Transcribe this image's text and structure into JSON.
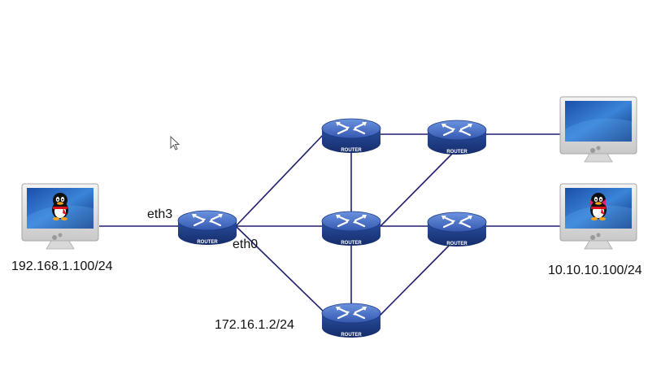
{
  "router_caption": "ROUTER",
  "labels": {
    "left_pc_ip": "192.168.1.100/24",
    "right_pc_ip": "10.10.10.100/24",
    "bottom_router_ip": "172.16.1.2/24",
    "eth3": "eth3",
    "eth0": "eth0"
  },
  "colors": {
    "link": "#1f1f6e",
    "router_top": "#4a73c9",
    "router_side": "#203f8a",
    "background": "#ffffff"
  },
  "icons": [
    "router-icon",
    "computer-icon",
    "penguin-icon",
    "cursor-icon"
  ]
}
